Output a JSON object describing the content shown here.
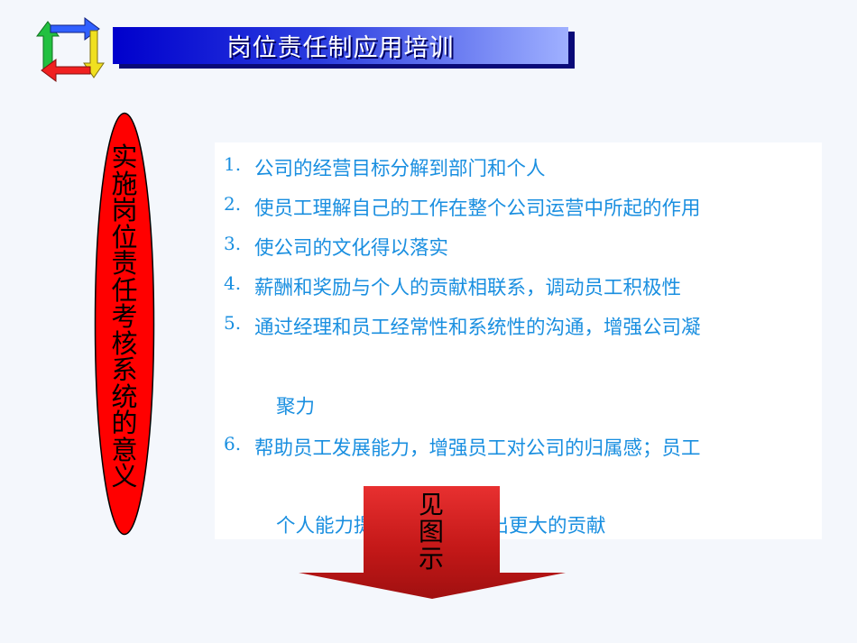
{
  "title": "岗位责任制应用培训",
  "oval_label": [
    "实",
    "施",
    "岗",
    "位",
    "责",
    "任",
    "考",
    "核",
    "系",
    "统",
    "的",
    "意",
    "义"
  ],
  "items": [
    {
      "num": "1.",
      "text": "公司的经营目标分解到部门和个人"
    },
    {
      "num": "2.",
      "text": "使员工理解自己的工作在整个公司运营中所起的作用"
    },
    {
      "num": "3.",
      "text": "使公司的文化得以落实"
    },
    {
      "num": "4.",
      "text": "薪酬和奖励与个人的贡献相联系，调动员工积极性"
    },
    {
      "num": "5.",
      "text": "通过经理和员工经常性和系统性的沟通，增强公司凝",
      "cont": "聚力"
    },
    {
      "num": "6.",
      "text": "帮助员工发展能力，增强员工对公司的归属感；员工",
      "cont": "个人能力提高，为公司作出更大的贡献"
    }
  ],
  "arrow_label": [
    "见",
    "图",
    "示"
  ],
  "colors": {
    "title_bar": "#0000cc",
    "oval": "#ff0000",
    "item_text": "#1a8fe0",
    "arrow": "#d42020"
  }
}
